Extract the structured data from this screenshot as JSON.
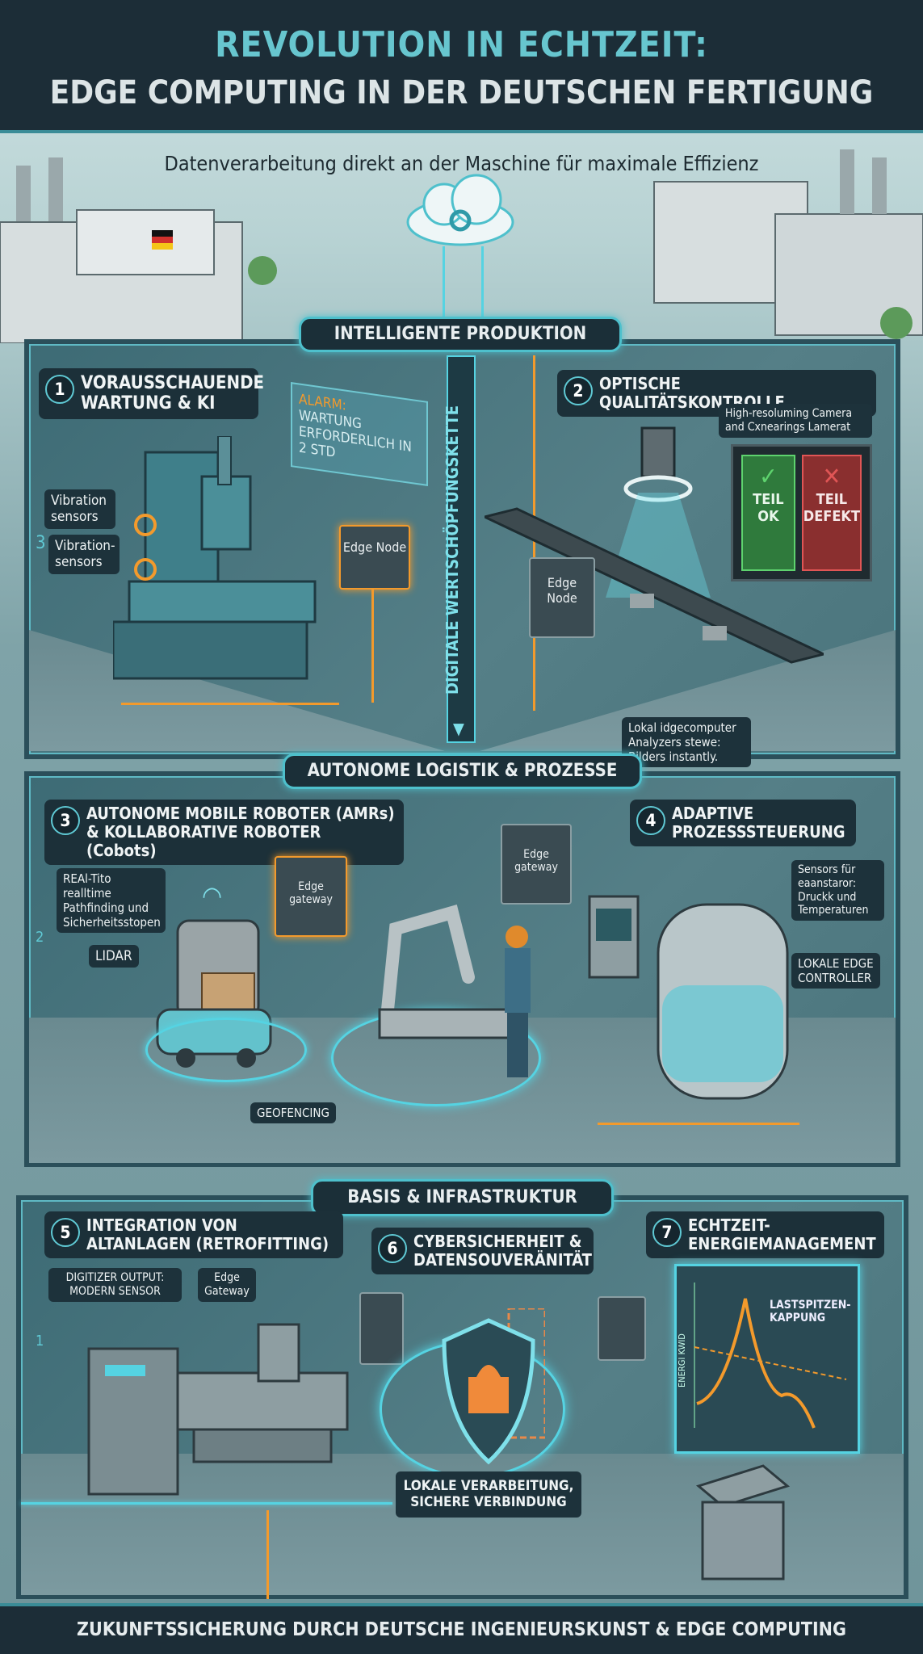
{
  "header": {
    "title_line1": "REVOLUTION IN ECHTZEIT:",
    "title_line2": "EDGE COMPUTING IN DER DEUTSCHEN FERTIGUNG",
    "subtitle": "Datenverarbeitung direkt an der Maschine für maximale Effizienz"
  },
  "colors": {
    "accent_teal": "#5fc9d4",
    "wire_orange": "#f39a2c",
    "dark_panel": "#1c2d37",
    "ok_green": "#2f7a3c",
    "defect_red": "#8a2f2f"
  },
  "spine": {
    "label": "DIGITALE WERTSCHÖPFUNGSKETTE"
  },
  "level1": {
    "title": "INTELLIGENTE PRODUKTION",
    "section1": {
      "number": "1",
      "title": "VORAUSSCHAUENDE WARTUNG & KI",
      "alarm_head": "ALARM:",
      "alarm_body": "WARTUNG ERFORDERLICH IN 2 STD",
      "sensor1": "Vibration sensors",
      "sensor2_marker": "3",
      "sensor2": "Vibration-sensors",
      "edge_node": "Edge Node"
    },
    "section2": {
      "number": "2",
      "title": "OPTISCHE QUALITÄTSKONTROLLE",
      "camera": "High-resoluming Camera and Cxnearings Lamerat",
      "ok": "TEIL OK",
      "defect": "TEIL DEFEKT",
      "edge_node": "Edge Node",
      "local": "Lokal idgecomputer Analyzers stewe: Bilders instantly."
    }
  },
  "level2": {
    "title": "AUTONOME LOGISTIK & PROZESSE",
    "section3": {
      "number": "3",
      "title": "AUTONOME MOBILE ROBOTER (AMRs) & KOLLABORATIVE ROBOTER (Cobots)",
      "realtime": "REAl-Tito realltime Pathfinding und Sicherheitsstopen",
      "side_marker": "2",
      "lidar": "LIDAR",
      "geofencing": "GEOFENCING",
      "gateway": "Edge gateway"
    },
    "section4": {
      "number": "4",
      "title": "ADAPTIVE PROZESSSTEUERUNG",
      "gateway": "Edge gateway",
      "sensors": "Sensors für eaanstaror: Druckk und Temperaturen",
      "controller": "LOKALE EDGE CONTROLLER"
    }
  },
  "level3": {
    "title": "BASIS & INFRASTRUKTUR",
    "section5": {
      "number": "5",
      "title": "INTEGRATION VON ALTANLAGEN (RETROFITTING)",
      "digitizer": "DIGITIZER OUTPUT: MODERN SENSOR",
      "gateway": "Edge Gateway",
      "side_marker": "1"
    },
    "section6": {
      "number": "6",
      "title": "CYBERSICHERHEIT & DATENSOUVERÄNITÄT",
      "local": "LOKALE VERARBEITUNG, SICHERE VERBINDUNG"
    },
    "section7": {
      "number": "7",
      "title": "ECHTZEIT-ENERGIEMANAGEMENT",
      "axis": "ENERGI KWID",
      "peak": "LASTSPITZEN-KAPPUNG"
    }
  },
  "icons": [
    "cloud-gear-icon",
    "germany-flag-icon",
    "check-icon",
    "x-icon",
    "shield-firewall-icon",
    "wifi-icon"
  ],
  "footer": {
    "text": "ZUKUNFTSSICHERUNG DURCH DEUTSCHE INGENIEURSKUNST & EDGE COMPUTING"
  }
}
